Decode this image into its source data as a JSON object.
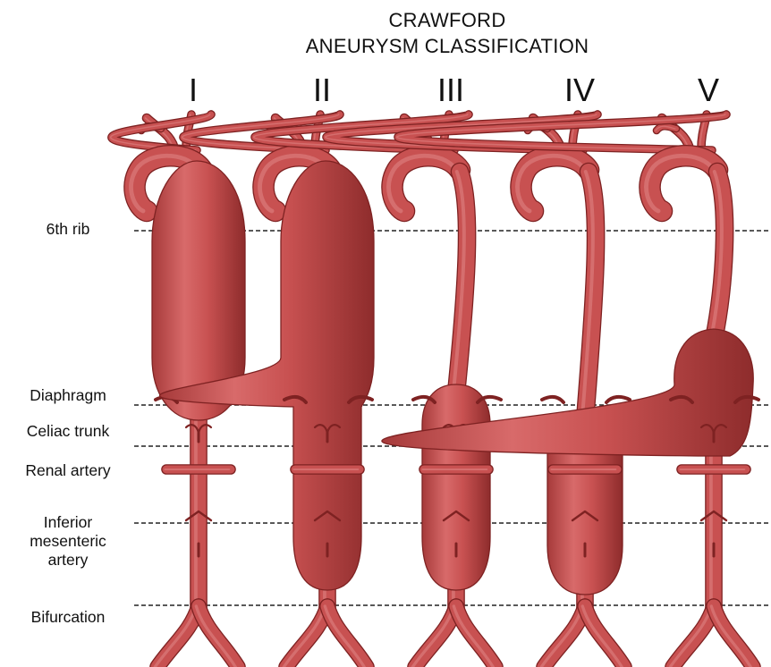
{
  "title": {
    "line1": "CRAWFORD",
    "line2": "ANEURYSM CLASSIFICATION"
  },
  "types": [
    {
      "numeral": "I"
    },
    {
      "numeral": "II"
    },
    {
      "numeral": "III"
    },
    {
      "numeral": "IV"
    },
    {
      "numeral": "V"
    }
  ],
  "levels": {
    "rib6": "6th rib",
    "diaphragm": "Diaphragm",
    "celiac": "Celiac trunk",
    "renal": "Renal artery",
    "ima_line1": "Inferior",
    "ima_line2": "mesenteric",
    "ima_line3": "artery",
    "bifurcation": "Bifurcation"
  },
  "colors": {
    "vessel": "#c85151",
    "vessel_dark": "#7e2222",
    "vessel_light": "#e08787",
    "guide_line": "#222222"
  }
}
